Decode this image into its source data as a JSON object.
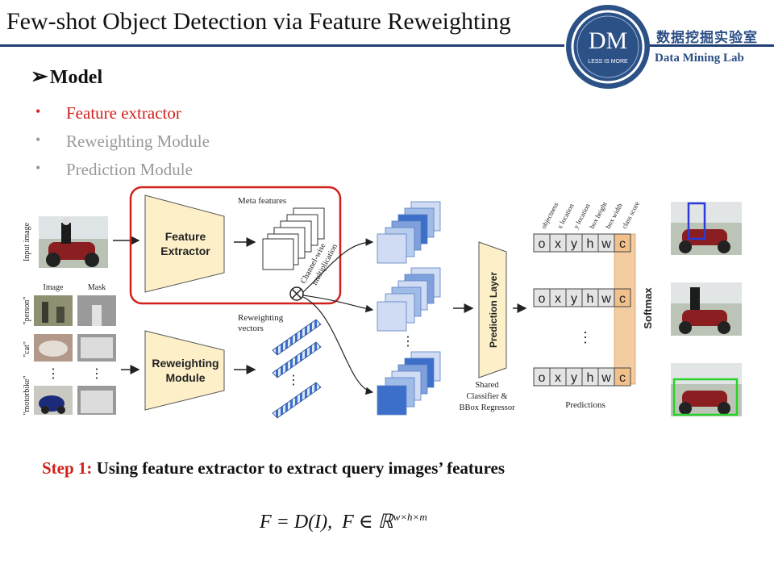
{
  "slide": {
    "title": "Few-shot Object Detection via Feature Reweighting",
    "section": "Model",
    "bullets": [
      "Feature extractor",
      "Reweighting Module",
      "Prediction Module"
    ]
  },
  "brand": {
    "logo_text": "DM",
    "logo_subtext": "LESS IS MORE",
    "lab_cn": "数据挖掘实验室",
    "lab_en": "Data Mining Lab"
  },
  "diagram": {
    "input_label": "Input image",
    "col_image": "Image",
    "col_mask": "Mask",
    "class_person": "\"person\"",
    "class_cat": "\"cat\"",
    "class_motorbike": "\"motorbike\"",
    "feature_extractor_l1": "Feature",
    "feature_extractor_l2": "Extractor",
    "meta_features": "Meta features",
    "reweighting_l1": "Reweighting",
    "reweighting_l2": "Module",
    "reweighting_vectors_l1": "Reweighting",
    "reweighting_vectors_l2": "vectors",
    "channel_wise_l1": "Channel-wise",
    "channel_wise_l2": "multiplication",
    "prediction_layer": "Prediction Layer",
    "shared_l1": "Shared",
    "shared_l2": "Classifier &",
    "shared_l3": "BBox Regressor",
    "pred_cells": [
      "o",
      "x",
      "y",
      "h",
      "w",
      "c"
    ],
    "pred_headers": [
      "objectness",
      "x location",
      "y location",
      "box height",
      "box width",
      "class score"
    ],
    "predictions": "Predictions",
    "softmax": "Softmax"
  },
  "step": {
    "label": "Step 1:",
    "text": "Using feature extractor to extract query images’ features"
  },
  "formula": {
    "lhs": "F = D(I),",
    "rhs": "F ∈ ℝ",
    "superscript": "w×h×m"
  },
  "colors": {
    "title_rule": "#1f3f73",
    "highlight": "#d0211c",
    "module_fill": "#fdf0c8",
    "feature_blue": "#3b6fc9",
    "softmax_fill": "#f2c08a"
  }
}
